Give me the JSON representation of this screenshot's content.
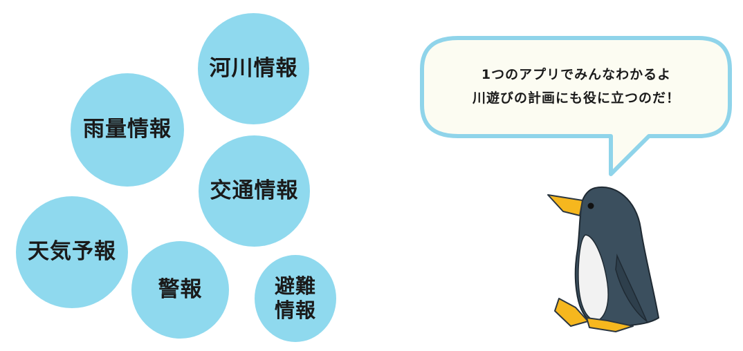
{
  "bubbles": {
    "river": "河川情報",
    "rain": "雨量情報",
    "traffic": "交通情報",
    "weather": "天気予報",
    "warning": "警報",
    "evacuation": "避難\n情報"
  },
  "speech": {
    "line1": "1つのアプリでみんなわかるよ",
    "line2": "川遊びの計画にも役に立つのだ！"
  },
  "colors": {
    "bubble": "#8fd9ee",
    "speech_border": "#8fd4ea",
    "speech_fill": "#fcfcf2",
    "penguin_body": "#3b4f5e",
    "penguin_belly": "#f2f2f2",
    "penguin_beak": "#f6b71e"
  },
  "icons": {
    "mascot": "penguin-icon"
  }
}
